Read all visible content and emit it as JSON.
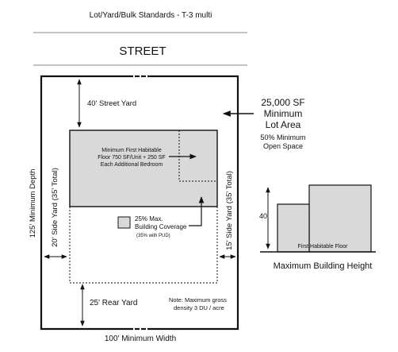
{
  "title": "Lot/Yard/Bulk Standards - T-3 multi",
  "street": "STREET",
  "street_yard": "40' Street Yard",
  "lot_area": {
    "value": "25,000 SF",
    "line2": "Minimum",
    "line3": "Lot Area"
  },
  "open_space": {
    "line1": "50% Minimum",
    "line2": "Open Space"
  },
  "first_habitable": {
    "line1": "Minimum First Habitable",
    "line2": "Floor 750 SF/Unit + 250 SF",
    "line3": "Each Additional Bedroom"
  },
  "coverage": {
    "line1": "25% Max.",
    "line2": "Building Coverage",
    "line3": "(35% with PUD)"
  },
  "min_depth": "125' Minimum Depth",
  "side_yard_left": "20' Side Yard (35' Total)",
  "side_yard_right": "15' Side Yard (35' Total)",
  "rear_yard": "25' Rear Yard",
  "note": {
    "line1": "Note: Maximum gross",
    "line2": "density 3 DU / acre"
  },
  "min_width": "100' Minimum Width",
  "height": {
    "value": "40'",
    "floor_label": "First Habitable Floor",
    "caption": "Maximum Building Height"
  },
  "colors": {
    "fill": "#d9d9d9",
    "line": "#111111"
  }
}
